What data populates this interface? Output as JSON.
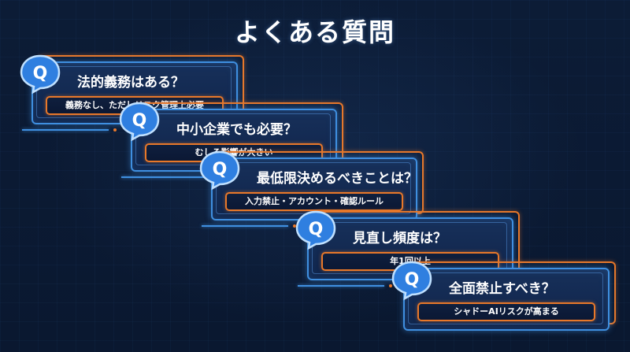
{
  "title": "よくある質問",
  "badge_letter": "Q",
  "colors": {
    "background": "#0b1a33",
    "card_border": "#3f8fe0",
    "accent": "#e8782a",
    "text": "#ffffff"
  },
  "faq": [
    {
      "question": "法的義務はある？",
      "answer": "義務なし、ただしリスク管理上必要"
    },
    {
      "question": "中小企業でも必要？",
      "answer": "むしろ影響が大きい"
    },
    {
      "question": "最低限決めるべきことは？",
      "answer": "入力禁止・アカウント・確認ルール"
    },
    {
      "question": "見直し頻度は？",
      "answer": "年1回以上"
    },
    {
      "question": "全面禁止すべき？",
      "answer": "シャドーAIリスクが高まる"
    }
  ]
}
